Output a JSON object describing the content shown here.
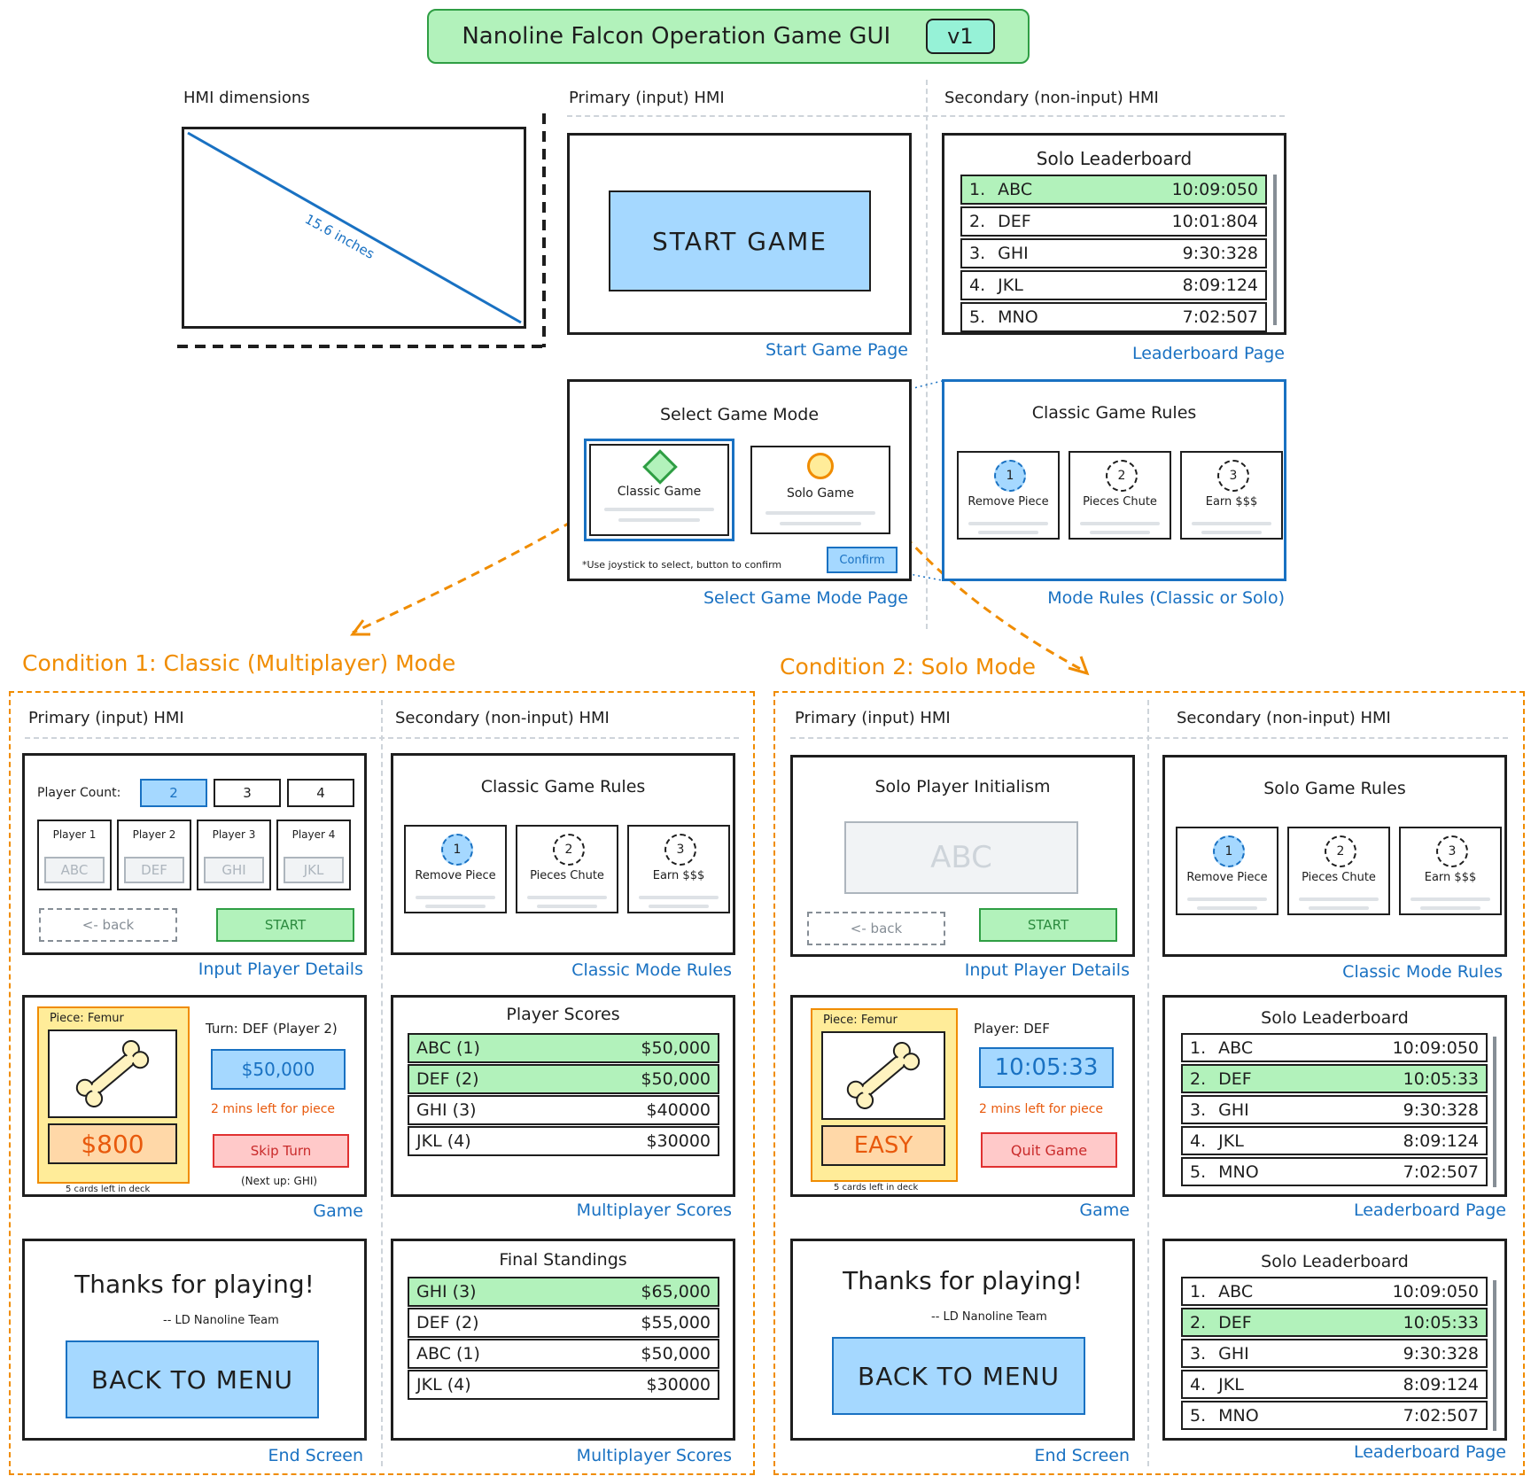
{
  "title": {
    "text": "Nanoline Falcon Operation Game GUI",
    "version": "v1"
  },
  "top": {
    "hmi_dimensions": {
      "label": "HMI dimensions",
      "diagonal": "15.6 inches"
    },
    "primary_header": "Primary (input) HMI",
    "secondary_header": "Secondary (non-input) HMI",
    "start_page": {
      "button": "START GAME",
      "caption": "Start Game Page"
    },
    "leaderboard": {
      "title": "Solo Leaderboard",
      "rows": [
        {
          "rank": "1.",
          "name": "ABC",
          "time": "10:09:050"
        },
        {
          "rank": "2.",
          "name": "DEF",
          "time": "10:01:804"
        },
        {
          "rank": "3.",
          "name": "GHI",
          "time": "9:30:328"
        },
        {
          "rank": "4.",
          "name": "JKL",
          "time": "8:09:124"
        },
        {
          "rank": "5.",
          "name": "MNO",
          "time": "7:02:507"
        }
      ],
      "caption": "Leaderboard Page"
    },
    "select_mode": {
      "title": "Select Game Mode",
      "classic": "Classic Game",
      "solo": "Solo Game",
      "note": "*Use joystick to select, button to confirm",
      "confirm": "Confirm",
      "caption": "Select Game Mode Page"
    },
    "rules": {
      "title": "Classic Game Rules",
      "items": [
        {
          "num": "1",
          "label": "Remove Piece"
        },
        {
          "num": "2",
          "label": "Pieces Chute"
        },
        {
          "num": "3",
          "label": "Earn $$$"
        }
      ],
      "caption": "Mode Rules (Classic or Solo)"
    }
  },
  "cond1": {
    "title": "Condition 1: Classic (Multiplayer) Mode",
    "primary_header": "Primary (input) HMI",
    "secondary_header": "Secondary (non-input) HMI",
    "input": {
      "count_label": "Player Count:",
      "counts": [
        "2",
        "3",
        "4"
      ],
      "players": [
        {
          "label": "Player 1",
          "initials": "ABC"
        },
        {
          "label": "Player 2",
          "initials": "DEF"
        },
        {
          "label": "Player 3",
          "initials": "GHI"
        },
        {
          "label": "Player 4",
          "initials": "JKL"
        }
      ],
      "back": "<- back",
      "start": "START",
      "caption": "Input Player Details"
    },
    "rules": {
      "title": "Classic Game Rules",
      "items": [
        {
          "num": "1",
          "label": "Remove Piece"
        },
        {
          "num": "2",
          "label": "Pieces Chute"
        },
        {
          "num": "3",
          "label": "Earn $$$"
        }
      ],
      "caption": "Classic Mode Rules"
    },
    "game": {
      "piece": "Piece: Femur",
      "value": "$800",
      "deck": "5 cards left in deck",
      "turn": "Turn: DEF (Player 2)",
      "money": "$50,000",
      "time_left": "2 mins left for piece",
      "skip": "Skip Turn",
      "next": "(Next up: GHI)",
      "caption": "Game"
    },
    "scores": {
      "title": "Player Scores",
      "rows": [
        {
          "name": "ABC (1)",
          "score": "$50,000",
          "hl": true
        },
        {
          "name": "DEF (2)",
          "score": "$50,000",
          "hl": true
        },
        {
          "name": "GHI (3)",
          "score": "$40000",
          "hl": false
        },
        {
          "name": "JKL (4)",
          "score": "$30000",
          "hl": false
        }
      ],
      "caption": "Multiplayer Scores"
    },
    "end": {
      "thanks": "Thanks for playing!",
      "sign": "-- LD Nanoline Team",
      "back": "BACK TO MENU",
      "caption": "End Screen"
    },
    "final": {
      "title": "Final Standings",
      "rows": [
        {
          "name": "GHI (3)",
          "score": "$65,000",
          "hl": true
        },
        {
          "name": "DEF (2)",
          "score": "$55,000",
          "hl": false
        },
        {
          "name": "ABC (1)",
          "score": "$50,000",
          "hl": false
        },
        {
          "name": "JKL (4)",
          "score": "$30000",
          "hl": false
        }
      ],
      "caption": "Multiplayer Scores"
    }
  },
  "cond2": {
    "title": "Condition 2: Solo Mode",
    "primary_header": "Primary (input) HMI",
    "secondary_header": "Secondary (non-input) HMI",
    "input": {
      "title": "Solo Player Initialism",
      "initials": "ABC",
      "back": "<- back",
      "start": "START",
      "caption": "Input Player Details"
    },
    "rules": {
      "title": "Solo Game Rules",
      "items": [
        {
          "num": "1",
          "label": "Remove Piece"
        },
        {
          "num": "2",
          "label": "Pieces Chute"
        },
        {
          "num": "3",
          "label": "Earn $$$"
        }
      ],
      "caption": "Classic Mode Rules"
    },
    "game": {
      "piece": "Piece: Femur",
      "difficulty": "EASY",
      "deck": "5 cards left in deck",
      "player": "Player: DEF",
      "timer": "10:05:33",
      "time_left": "2 mins left for piece",
      "quit": "Quit Game",
      "caption": "Game"
    },
    "leaderboard": {
      "title": "Solo Leaderboard",
      "rows": [
        {
          "rank": "1.",
          "name": "ABC",
          "time": "10:09:050",
          "hl": false
        },
        {
          "rank": "2.",
          "name": "DEF",
          "time": "10:05:33",
          "hl": true
        },
        {
          "rank": "3.",
          "name": "GHI",
          "time": "9:30:328",
          "hl": false
        },
        {
          "rank": "4.",
          "name": "JKL",
          "time": "8:09:124",
          "hl": false
        },
        {
          "rank": "5.",
          "name": "MNO",
          "time": "7:02:507",
          "hl": false
        }
      ],
      "caption": "Leaderboard Page"
    },
    "end": {
      "thanks": "Thanks for playing!",
      "sign": "-- LD Nanoline Team",
      "back": "BACK TO MENU",
      "caption": "End Screen"
    },
    "leaderboard2": {
      "title": "Solo Leaderboard",
      "rows": [
        {
          "rank": "1.",
          "name": "ABC",
          "time": "10:09:050",
          "hl": false
        },
        {
          "rank": "2.",
          "name": "DEF",
          "time": "10:05:33",
          "hl": true
        },
        {
          "rank": "3.",
          "name": "GHI",
          "time": "9:30:328",
          "hl": false
        },
        {
          "rank": "4.",
          "name": "JKL",
          "time": "8:09:124",
          "hl": false
        },
        {
          "rank": "5.",
          "name": "MNO",
          "time": "7:02:507",
          "hl": false
        }
      ],
      "caption": "Leaderboard Page"
    }
  },
  "colors": {
    "accent_blue": "#1971c2",
    "orange": "#f08c00",
    "green_fill": "#b2f2bb",
    "blue_fill": "#a5d8ff"
  }
}
